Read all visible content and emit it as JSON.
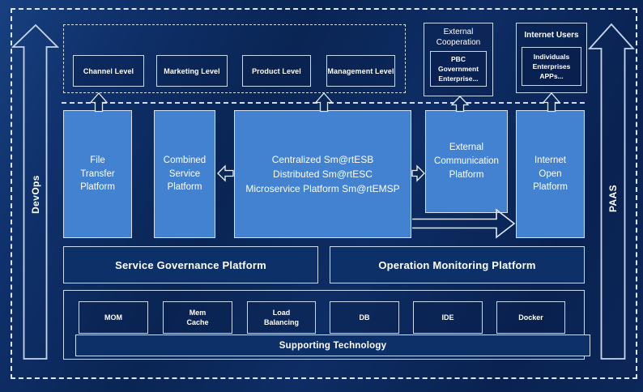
{
  "side_rails": {
    "left": {
      "label": "DevOps"
    },
    "right": {
      "label": "PAAS"
    }
  },
  "top_band": {
    "levels": [
      {
        "label": "Channel Level"
      },
      {
        "label": "Marketing Level"
      },
      {
        "label": "Product Level"
      },
      {
        "label": "Management Level"
      }
    ],
    "external_cooperation": {
      "title": "External\nCooperation",
      "members": "PBC Government\nEnterprise..."
    },
    "internet_users": {
      "title": "Internet Users",
      "members": "Individuals\nEnterprises\nAPPs..."
    }
  },
  "platforms": [
    {
      "label": "File\nTransfer\nPlatform"
    },
    {
      "label": "Combined\nService\nPlatform"
    },
    {
      "label": "Centralized Sm@rtESB\nDistributed Sm@rtESC\nMicroservice Platform Sm@rtEMSP"
    },
    {
      "label": "External\nCommunication\nPlatform"
    },
    {
      "label": "Internet\nOpen\nPlatform"
    }
  ],
  "governance": [
    {
      "label": "Service Governance Platform"
    },
    {
      "label": "Operation Monitoring Platform"
    }
  ],
  "supporting": {
    "technologies": [
      {
        "label": "MOM"
      },
      {
        "label": "Mem\nCache"
      },
      {
        "label": "Load\nBalancing"
      },
      {
        "label": "DB"
      },
      {
        "label": "IDE"
      },
      {
        "label": "Docker"
      }
    ],
    "bar_label": "Supporting Technology"
  },
  "colors": {
    "background": "#0b2757",
    "platform_blue": "#4282d0",
    "panel_navy": "#0e3068",
    "border_light": "#c9d9ee",
    "text": "#ffffff"
  }
}
